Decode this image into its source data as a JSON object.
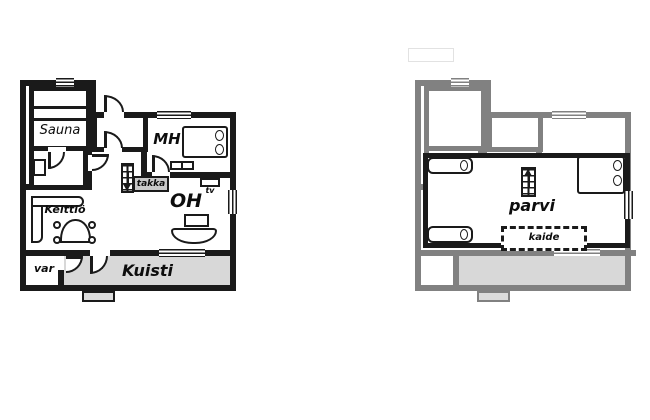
{
  "colors": {
    "wall": "#1a1a1a",
    "wall_gray": "#818181",
    "porch_fill": "#d8d8d8",
    "step_fill": "#dcdcdc",
    "fireplace_fill": "#c9c9c9"
  },
  "ground_floor": {
    "sauna_label": "Sauna",
    "kitchen_label": "Keittiö",
    "bedroom_label": "MH",
    "living_room_label": "OH",
    "porch_label": "Kuisti",
    "storage_label": "var",
    "fireplace_label": "takka",
    "tv_label": "tv"
  },
  "upper_floor": {
    "loft_label": "parvi",
    "railing_label": "kaide"
  }
}
